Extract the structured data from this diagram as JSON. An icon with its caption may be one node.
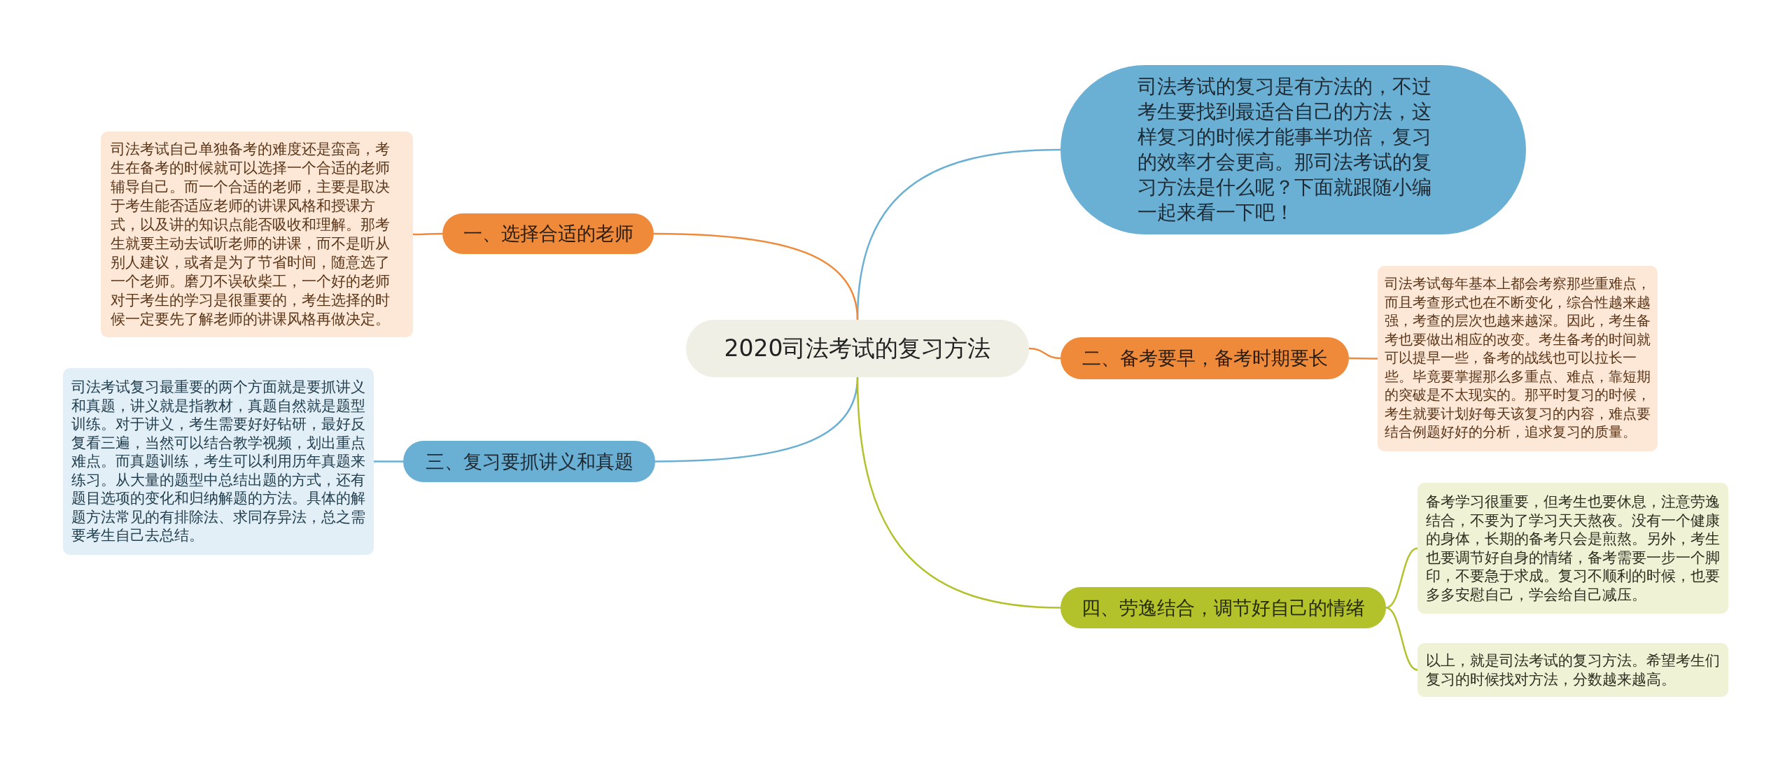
{
  "diagram": {
    "nodes": [
      {
        "text": [
          "2020司法考试的复习方法"
        ]
      },
      {
        "text": [
          "司法考试的复习是有方法的，不过考生要找到最适合自己的方法，这样复习的时候才能事半功倍，复习的效率才会更高。那司法考试的复习方法是什么呢？下面就跟随小编一起来看一下吧！"
        ]
      },
      {
        "text": [
          "一、选择合适的老师"
        ]
      },
      {
        "text": [
          "司法考试自己单独备考的难度还是蛮高，考生在备考的时候就可以选择一个合适的老师辅导自己。而一个合适的老师，主要是取决于考生能否适应老师的讲课风格和授课方式，以及讲的知识点能否吸收和理解。那考生就要主动去试听老师的讲课，而不是听从别人建议，或者是为了节省时间，随意选了一个老师。磨刀不误砍柴工，一个好的老师对于考生的学习是很重要的，考生选择的时候一定要先了解老师的讲课风格再做决定。"
        ]
      },
      {
        "text": [
          "二、备考要早，备考时期要长"
        ]
      },
      {
        "text": [
          "司法考试每年基本上都会考察那些重难点，而且考查形式也在不断变化，综合性越来越强，考查的层次也越来越深。因此，考生备考也要做出相应的改变。考生备考的时间就可以提早一些，备考的战线也可以拉长一些。毕竟要掌握那么多重点、难点，靠短期的突破是不太现实的。那平时复习的时候，考生就要计划好每天该复习的内容，难点要结合例题好好的分析，追求复习的质量。"
        ]
      },
      {
        "text": [
          "三、复习要抓讲义和真题"
        ]
      },
      {
        "text": [
          "司法考试复习最重要的两个方面就是要抓讲义和真题，讲义就是指教材，真题自然就是题型训练。对于讲义，考生需要好好钻研，最好反复看三遍，当然可以结合教学视频，划出重点难点。而真题训练，考生可以利用历年真题来练习。从大量的题型中总结出题的方式，还有题目选项的变化和归纳解题的方法。具体的解题方法常见的有排除法、求同存异法，总之需要考生自己去总结。"
        ]
      },
      {
        "text": [
          "四、劳逸结合，调节好自己的情绪"
        ]
      },
      {
        "text": [
          "备考学习很重要，但考生也要休息，注意劳逸结合，不要为了学习天天熬夜。没有一个健康的身体，长期的备考只会是煎熬。另外，考生也要调节好自身的情绪，备考需要一步一个脚印，不要急于求成。复习不顺利的时候，也要多多安慰自己，学会给自己减压。"
        ]
      },
      {
        "text": [
          "以上，就是司法考试的复习方法。希望考生们复习的时候找对方法，分数越来越高。"
        ]
      }
    ],
    "edges": [
      {
        "from": 0,
        "to": 1,
        "arrow": "none",
        "color": "#6aafd4"
      },
      {
        "from": 0,
        "to": 2,
        "arrow": "none",
        "color": "#ee8a3a"
      },
      {
        "from": 0,
        "to": 4,
        "arrow": "none",
        "color": "#ee8a3a"
      },
      {
        "from": 0,
        "to": 6,
        "arrow": "none",
        "color": "#6aafd4"
      },
      {
        "from": 0,
        "to": 8,
        "arrow": "none",
        "color": "#b3c12a"
      },
      {
        "from": 2,
        "to": 3,
        "arrow": "none",
        "color": "#ee8a3a"
      },
      {
        "from": 4,
        "to": 5,
        "arrow": "none",
        "color": "#ee8a3a"
      },
      {
        "from": 6,
        "to": 7,
        "arrow": "none",
        "color": "#6aafd4"
      },
      {
        "from": 8,
        "to": 9,
        "arrow": "none",
        "color": "#b3c12a"
      },
      {
        "from": 8,
        "to": 10,
        "arrow": "none",
        "color": "#b3c12a"
      }
    ]
  }
}
